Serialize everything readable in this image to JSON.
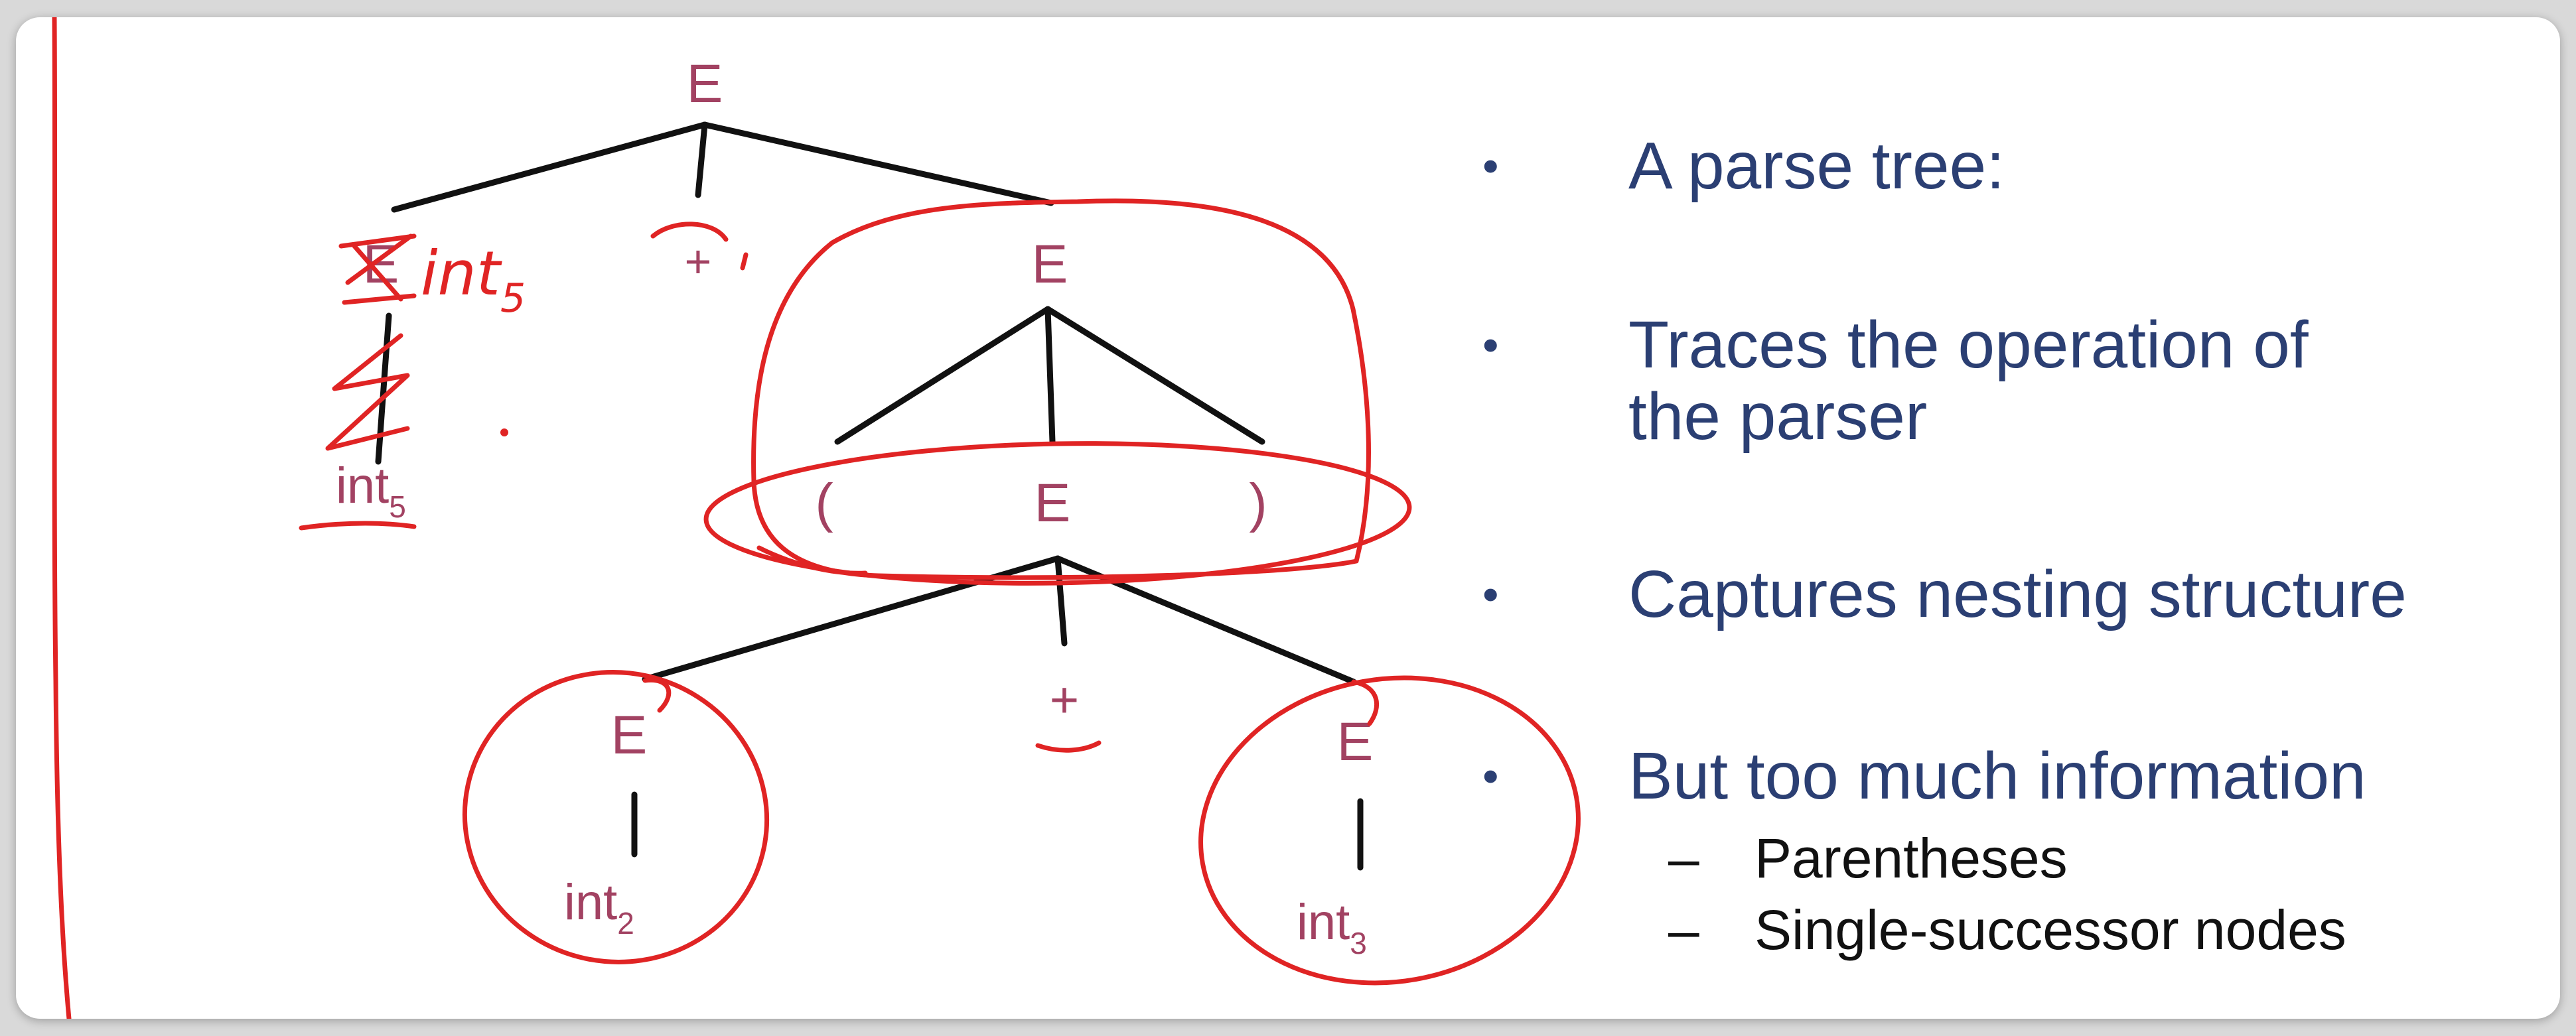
{
  "tree": {
    "root": "E",
    "left_child": "E",
    "plus_top": "+",
    "right_child": "E",
    "open_paren": "(",
    "mid": "E",
    "close_paren": ")",
    "leaf_left_e": "E",
    "plus_bottom": "+",
    "leaf_right_e": "E",
    "int_base": "int",
    "int5_sub": "5",
    "int2_sub": "2",
    "int3_sub": "3"
  },
  "annotations": {
    "handwritten_int": "int",
    "handwritten_sub": "5"
  },
  "bullets": [
    {
      "text": "A parse tree:"
    },
    {
      "text_line1": "Traces the operation of",
      "text_line2": "the parser"
    },
    {
      "text": "Captures nesting structure"
    },
    {
      "text": "But too much information"
    }
  ],
  "subbullets": [
    "Parentheses",
    "Single-successor nodes"
  ],
  "colors": {
    "node_text": "#a24262",
    "bullet_text": "#2b3f73",
    "edges": "#111111",
    "handwriting": "#e02424"
  }
}
